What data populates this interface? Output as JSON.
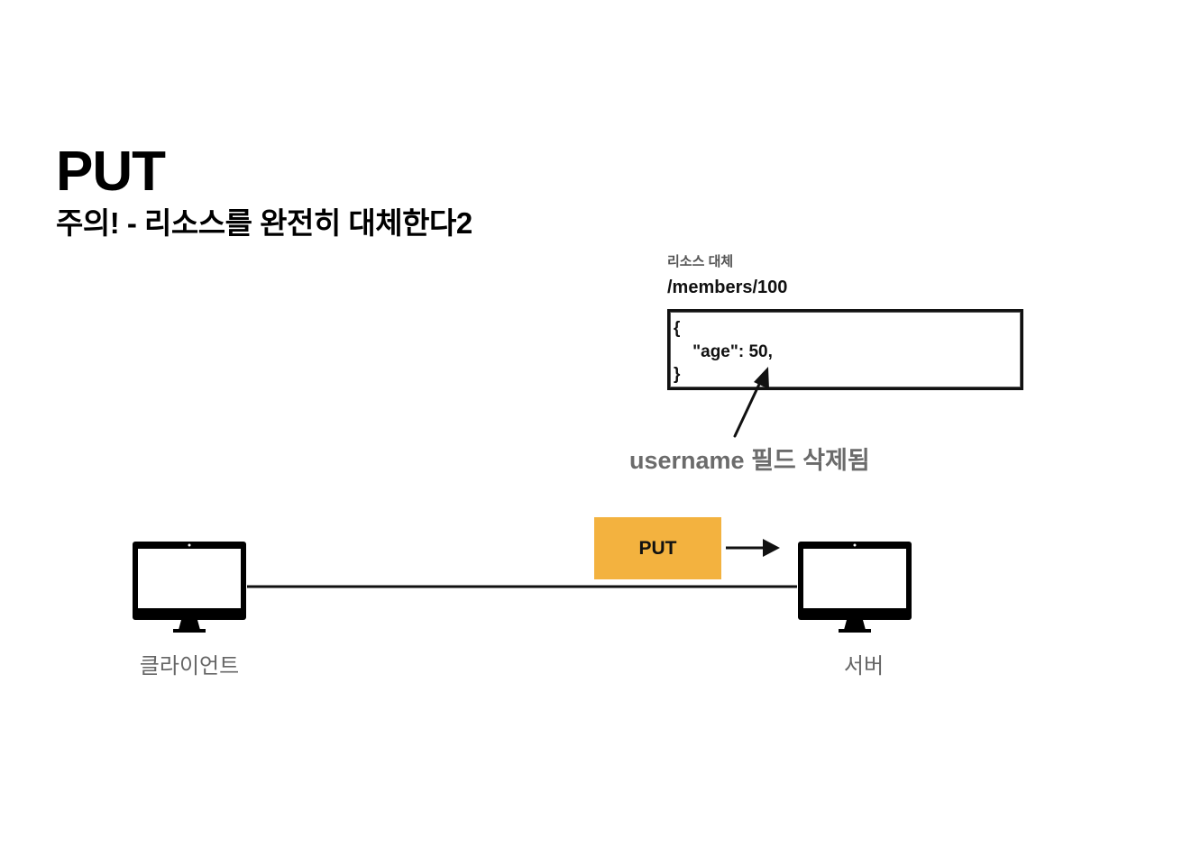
{
  "header": {
    "title": "PUT",
    "subtitle": "주의! - 리소스를 완전히 대체한다2"
  },
  "resource": {
    "caption": "리소스 대체",
    "path": "/members/100",
    "body_lines": [
      "{",
      "    \"age\": 50,",
      "}"
    ]
  },
  "annotation": {
    "text": "username 필드 삭제됨"
  },
  "request": {
    "method_label": "PUT",
    "method_color": "#f3b23f"
  },
  "nodes": {
    "client_label": "클라이언트",
    "server_label": "서버"
  },
  "icons": [
    "monitor-icon",
    "arrow-icon"
  ]
}
